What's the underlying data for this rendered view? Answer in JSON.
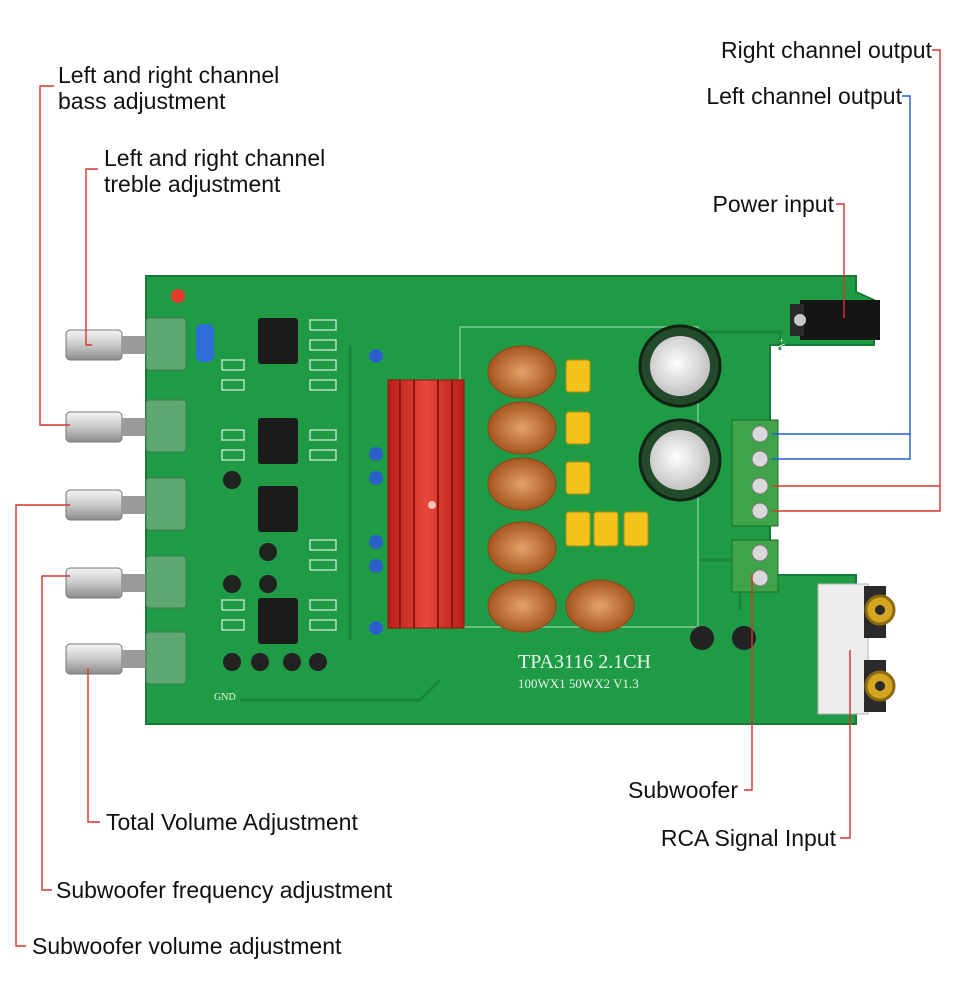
{
  "labels": {
    "bass_line1": "Left and right channel",
    "bass_line2": "bass adjustment",
    "treble_line1": "Left and right channel",
    "treble_line2": "treble adjustment",
    "total_volume": "Total Volume Adjustment",
    "sub_frequency": "Subwoofer frequency adjustment",
    "sub_volume": "Subwoofer volume adjustment",
    "right_output": "Right channel output",
    "left_output": "Left channel output",
    "power_input": "Power input",
    "subwoofer": "Subwoofer",
    "rca_input": "RCA Signal Input"
  },
  "board": {
    "model": "TPA3116  2.1CH",
    "power_rating": "100WX1  50WX2  V1.3",
    "gnd_label": "GND",
    "vcc_label": "+VCC"
  },
  "colors": {
    "pcb": "#1f9a45",
    "heatsink": "#d8342a",
    "red_leader": "#d9342b",
    "blue_leader": "#1f5fd0",
    "terminal": "#3fa34a",
    "coil": "#c4753a"
  }
}
